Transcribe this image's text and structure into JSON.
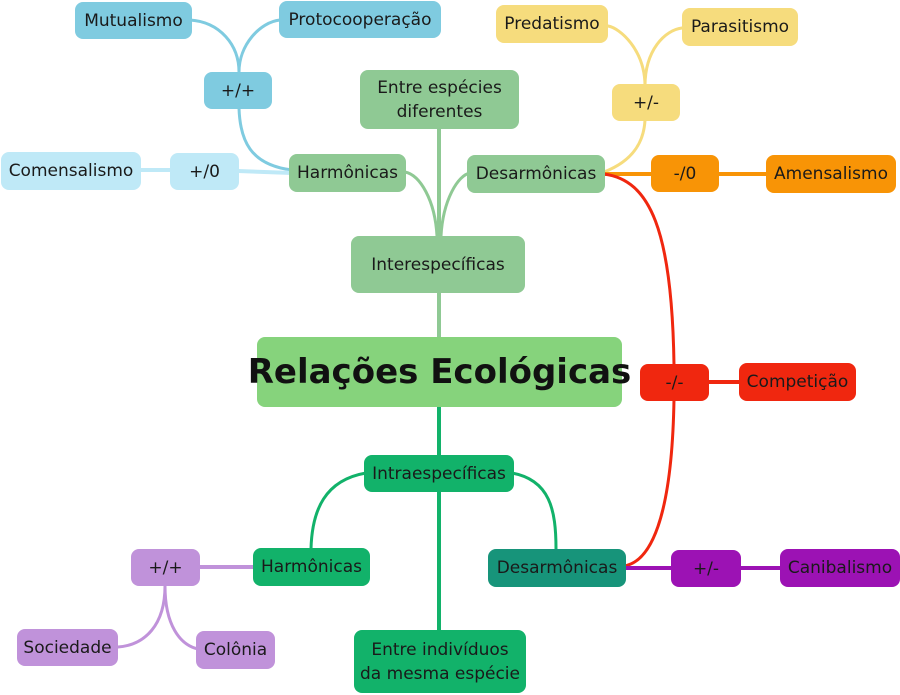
{
  "colors": {
    "green_light": "#8fc994",
    "green_main": "#86d37c",
    "green_dark": "#12b26a",
    "teal": "#17947a",
    "blue": "#7fcbe0",
    "blue_light": "#bfe9f7",
    "yellow": "#f6dc7d",
    "orange": "#f89406",
    "red": "#f0270f",
    "purple": "#9c12b4",
    "purple_light": "#c092da"
  },
  "nodes": {
    "root": "Relações Ecológicas",
    "interespecificas": "Interespecíficas",
    "entre_especies": "Entre espécies\ndiferentes",
    "harmonicas_inter": "Harmônicas",
    "desarmonicas_inter": "Desarmônicas",
    "mutual_sign": "+/+",
    "mutualismo": "Mutualismo",
    "protocooperacao": "Protocooperação",
    "comensal_sign": "+/0",
    "comensalismo": "Comensalismo",
    "pred_sign": "+/-",
    "predatismo": "Predatismo",
    "parasitismo": "Parasitismo",
    "amensal_sign": "-/0",
    "amensalismo": "Amensalismo",
    "comp_sign": "-/-",
    "competicao": "Competição",
    "intraespecificas": "Intraespecíficas",
    "entre_individuos": "Entre indivíduos\nda mesma espécie",
    "harmonicas_intra": "Harmônicas",
    "desarmonicas_intra": "Desarmônicas",
    "intra_harm_sign": "+/+",
    "sociedade": "Sociedade",
    "colonia": "Colônia",
    "canib_sign": "+/-",
    "canibalismo": "Canibalismo"
  }
}
